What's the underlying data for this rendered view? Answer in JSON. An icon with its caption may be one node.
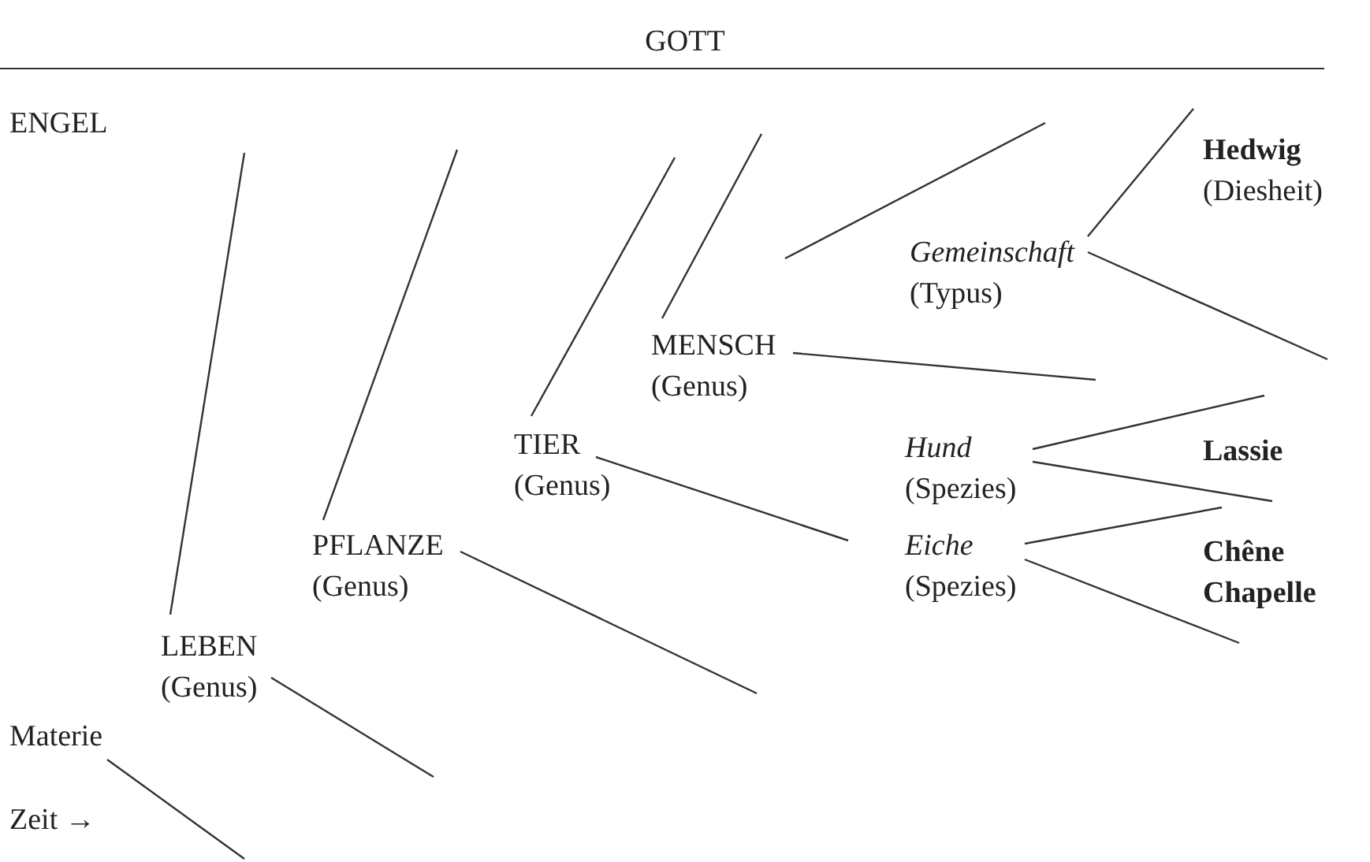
{
  "diagram": {
    "title": "GOTT",
    "nodes": [
      {
        "text": [
          "LEBEN",
          "(Genus)"
        ]
      },
      {
        "text": [
          "Materie"
        ]
      },
      {
        "text": [
          "PFLANZE",
          "(Genus)"
        ]
      },
      {
        "text": [
          "TIER",
          "(Genus)"
        ]
      },
      {
        "text": [
          "MENSCH",
          "(Genus)"
        ]
      },
      {
        "text": [
          "Gemeinschaft",
          "(Typus)"
        ]
      },
      {
        "text": [
          "Hedwig",
          "(Diesheit)"
        ]
      },
      {
        "text": [
          "Hund",
          "(Spezies)"
        ]
      },
      {
        "text": [
          "Lassie"
        ]
      },
      {
        "text": [
          "Eiche",
          "(Spezies)"
        ]
      },
      {
        "text": [
          "Chêne Chapelle"
        ]
      }
    ],
    "edges": [
      {
        "from": 0,
        "to": null,
        "arrow": "none"
      },
      {
        "from": 0,
        "to": null,
        "arrow": "none"
      },
      {
        "from": 1,
        "to": null,
        "arrow": "none"
      },
      {
        "from": 2,
        "to": null,
        "arrow": "none"
      },
      {
        "from": 2,
        "to": null,
        "arrow": "none"
      },
      {
        "from": 3,
        "to": null,
        "arrow": "none"
      },
      {
        "from": 3,
        "to": null,
        "arrow": "none"
      },
      {
        "from": 4,
        "to": null,
        "arrow": "none"
      },
      {
        "from": 4,
        "to": null,
        "arrow": "none"
      },
      {
        "from": 5,
        "to": 6,
        "arrow": "none"
      },
      {
        "from": 5,
        "to": null,
        "arrow": "none"
      },
      {
        "from": 7,
        "to": 8,
        "arrow": "none"
      },
      {
        "from": 7,
        "to": 8,
        "arrow": "none"
      },
      {
        "from": 9,
        "to": 10,
        "arrow": "none"
      },
      {
        "from": 9,
        "to": 10,
        "arrow": "none"
      }
    ],
    "labels": [
      "ENGEL",
      "Zeit →"
    ]
  }
}
